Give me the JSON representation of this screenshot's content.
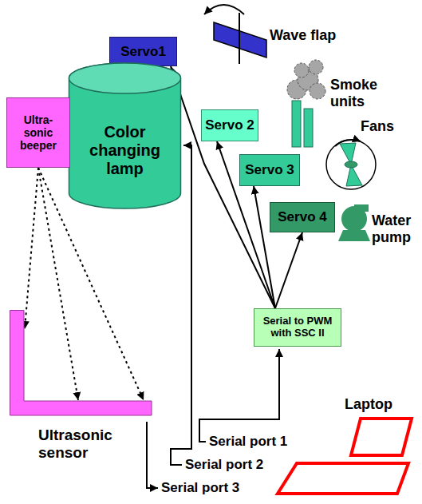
{
  "diagram": {
    "nodes": [
      {
        "text": [
          "Servo1"
        ]
      },
      {
        "text": [
          "Color changing lamp"
        ]
      },
      {
        "text": [
          "Ultra-sonic beeper"
        ]
      },
      {
        "text": [
          "Servo 2"
        ]
      },
      {
        "text": [
          "Servo 3"
        ]
      },
      {
        "text": [
          "Servo 4"
        ]
      },
      {
        "text": [
          "Serial to PWM with SSC II"
        ]
      },
      {
        "text": [
          "Ultrasonic sensor"
        ]
      }
    ],
    "edges": [
      {
        "from": 6,
        "to": 0,
        "arrow": "to"
      },
      {
        "from": 6,
        "to": 3,
        "arrow": "to"
      },
      {
        "from": 6,
        "to": 4,
        "arrow": "to"
      },
      {
        "from": 6,
        "to": 5,
        "arrow": "to"
      },
      {
        "from": 2,
        "to": 7,
        "arrow": "to"
      }
    ],
    "labels": [
      "Wave flap",
      "Smoke units",
      "Fans",
      "Water pump",
      "Laptop",
      "Serial port 1",
      "Serial port 2",
      "Serial port 3"
    ]
  }
}
